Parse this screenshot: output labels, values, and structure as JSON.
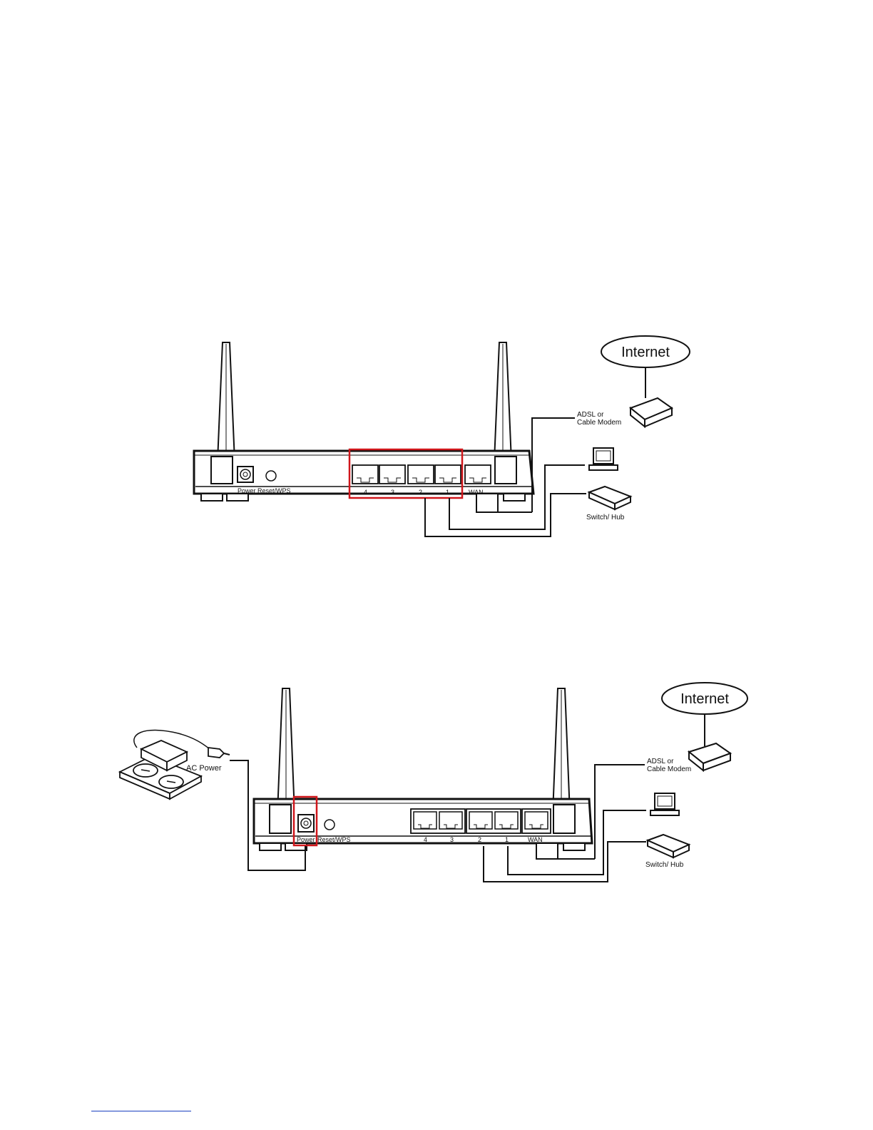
{
  "diagram_lan": {
    "internet_label": "Internet",
    "modem_label_line1": "ADSL or",
    "modem_label_line2": "Cable Modem",
    "switch_label": "Switch/ Hub",
    "power_label": "Power",
    "reset_label": "Reset/WPS",
    "port_labels": [
      "4",
      "3",
      "2",
      "1"
    ],
    "wan_label": "WAN",
    "highlight_color": "#d0161b"
  },
  "diagram_power": {
    "internet_label": "Internet",
    "modem_label_line1": "ADSL or",
    "modem_label_line2": "Cable Modem",
    "switch_label": "Switch/ Hub",
    "ac_power_label": "AC Power",
    "power_label": "Power",
    "reset_label": "Reset/WPS",
    "port_labels": [
      "4",
      "3",
      "2",
      "1"
    ],
    "wan_label": "WAN",
    "highlight_color": "#d0161b"
  }
}
